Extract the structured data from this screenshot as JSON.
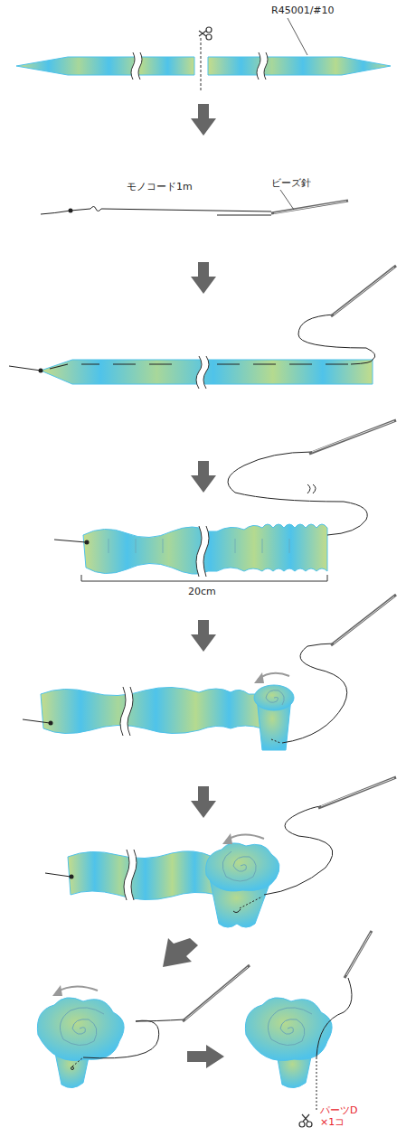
{
  "diagram": {
    "labels": [
      "R45001/#10",
      "モノコード1m",
      "ビーズ針",
      "20cm",
      "パーツD ×1コ"
    ]
  }
}
